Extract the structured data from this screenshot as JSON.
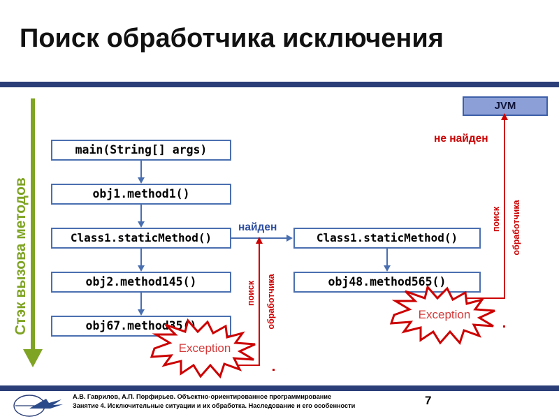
{
  "slide": {
    "title": "Поиск обработчика исключения",
    "page_number": "7",
    "accent_navy": "#2B3E78",
    "accent_green": "#7FA424",
    "accent_red": "#CC0000",
    "accent_blue": "#4A6FB0",
    "jvm_fill": "#8CA0D7"
  },
  "stack_axis": {
    "label": "Стэк вызова методов",
    "direction": "down"
  },
  "left_column": {
    "boxes": [
      {
        "label": "main(String[] args)"
      },
      {
        "label": "obj1.method1()"
      },
      {
        "label": "Class1.staticMethod()"
      },
      {
        "label": "obj2.method145()"
      },
      {
        "label": "obj67.method35()"
      }
    ]
  },
  "right_column": {
    "boxes": [
      {
        "label": "Class1.staticMethod()"
      },
      {
        "label": "obj48.method565()"
      }
    ]
  },
  "jvm": {
    "label": "JVM"
  },
  "labels": {
    "found": "найден",
    "not_found": "не найден",
    "search_middle_line1": "поиск",
    "search_middle_line2": "обработчика",
    "search_right_line1": "поиск",
    "search_right_line2": "обработчика"
  },
  "exceptions": [
    {
      "label": "Exception"
    },
    {
      "label": "Exception"
    }
  ],
  "footer": {
    "line1": "А.В. Гаврилов, А.П. Порфирьев. Объектно-ориентированное программирование",
    "line2": "Занятие 4. Исключительные ситуации и их обработка. Наследование и его особенности"
  }
}
